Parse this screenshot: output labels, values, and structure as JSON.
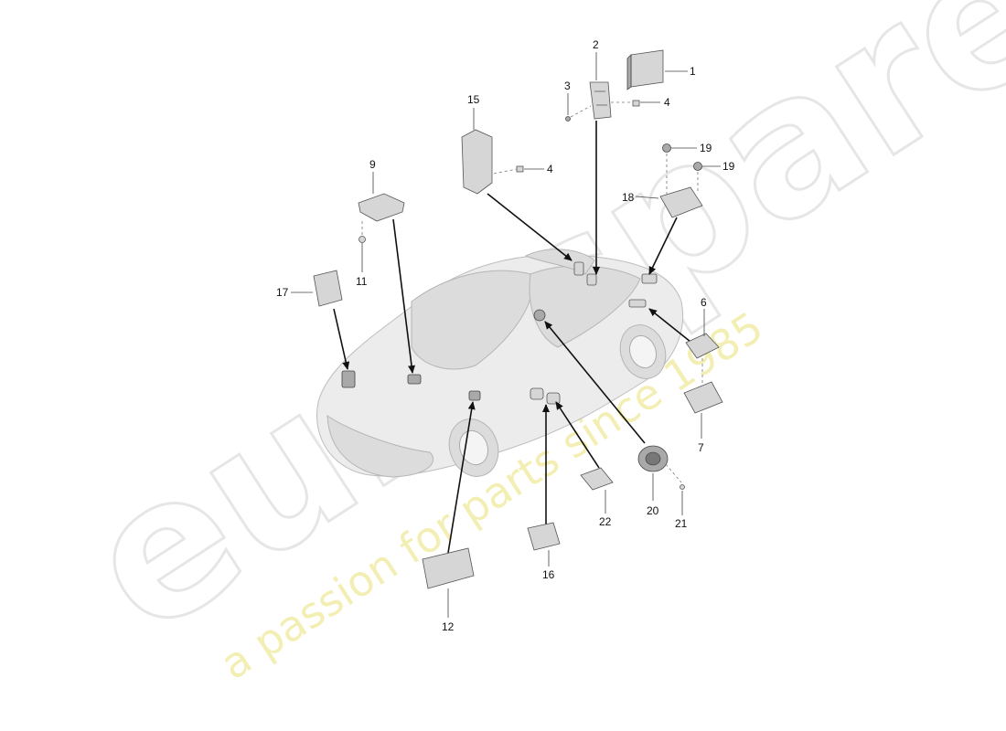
{
  "watermark": {
    "brand": "eurospares",
    "tagline": "a passion for parts since 1985"
  },
  "callouts": [
    {
      "id": "c1",
      "label": "1"
    },
    {
      "id": "c2",
      "label": "2"
    },
    {
      "id": "c3",
      "label": "3"
    },
    {
      "id": "c4a",
      "label": "4"
    },
    {
      "id": "c4b",
      "label": "4"
    },
    {
      "id": "c6",
      "label": "6"
    },
    {
      "id": "c7",
      "label": "7"
    },
    {
      "id": "c9",
      "label": "9"
    },
    {
      "id": "c11",
      "label": "11"
    },
    {
      "id": "c12",
      "label": "12"
    },
    {
      "id": "c15",
      "label": "15"
    },
    {
      "id": "c16",
      "label": "16"
    },
    {
      "id": "c17",
      "label": "17"
    },
    {
      "id": "c18",
      "label": "18"
    },
    {
      "id": "c19a",
      "label": "19"
    },
    {
      "id": "c19b",
      "label": "19"
    },
    {
      "id": "c20",
      "label": "20"
    },
    {
      "id": "c21",
      "label": "21"
    },
    {
      "id": "c22",
      "label": "22"
    }
  ]
}
